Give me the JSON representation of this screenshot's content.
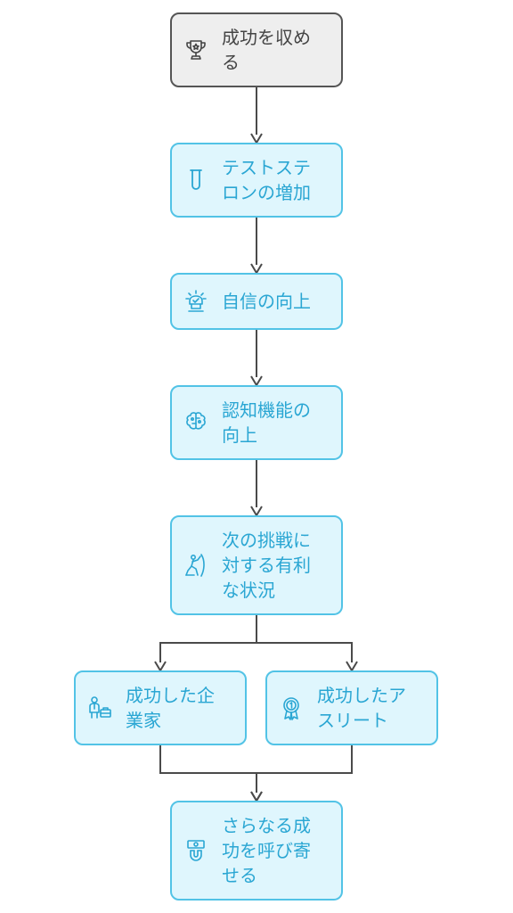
{
  "diagram": {
    "nodes": [
      {
        "id": "success",
        "label": "成功を収め\nる",
        "icon": "trophy-icon",
        "kind": "start"
      },
      {
        "id": "testosterone",
        "label": "テストステ\nロンの増加",
        "icon": "test-tube-icon",
        "kind": "step"
      },
      {
        "id": "confidence",
        "label": "自信の向上",
        "icon": "confidence-icon",
        "kind": "step"
      },
      {
        "id": "cognition",
        "label": "認知機能の\n向上",
        "icon": "brain-icon",
        "kind": "step"
      },
      {
        "id": "advantage",
        "label": "次の挑戦に\n対する有利\nな状況",
        "icon": "climber-icon",
        "kind": "step"
      },
      {
        "id": "entrepreneur",
        "label": "成功した企\n業家",
        "icon": "businessperson-icon",
        "kind": "step"
      },
      {
        "id": "athlete",
        "label": "成功したア\nスリート",
        "icon": "medal-icon",
        "kind": "step"
      },
      {
        "id": "more_success",
        "label": "さらなる成\n功を呼び寄\nせる",
        "icon": "magnet-icon",
        "kind": "step"
      }
    ],
    "edges": [
      {
        "from": "success",
        "to": "testosterone"
      },
      {
        "from": "testosterone",
        "to": "confidence"
      },
      {
        "from": "confidence",
        "to": "cognition"
      },
      {
        "from": "cognition",
        "to": "advantage"
      },
      {
        "from": "advantage",
        "to": "entrepreneur"
      },
      {
        "from": "advantage",
        "to": "athlete"
      },
      {
        "from": "entrepreneur",
        "to": "more_success"
      },
      {
        "from": "athlete",
        "to": "more_success"
      }
    ],
    "colors": {
      "node_fill": "#dff6fd",
      "node_border": "#52c3e6",
      "node_text": "#2aa6d3",
      "start_fill": "#eeeeee",
      "start_border": "#555555",
      "start_text": "#444444",
      "edge": "#4a4a4a"
    }
  }
}
